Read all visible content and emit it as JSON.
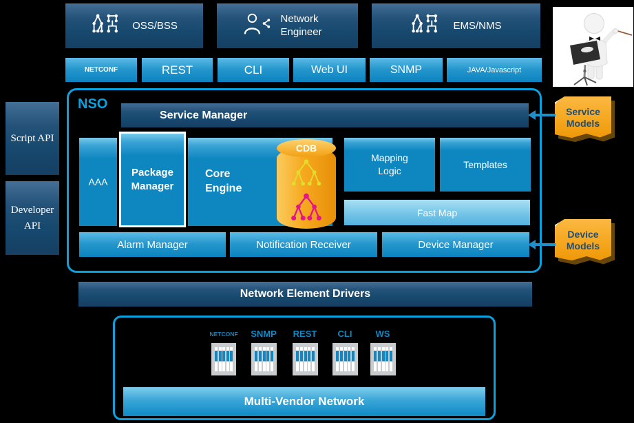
{
  "actors": {
    "oss": "OSS/BSS",
    "engineer": "Network Engineer",
    "ems": "EMS/NMS"
  },
  "interfaces": {
    "netconf": "NETCONF",
    "rest": "REST",
    "cli": "CLI",
    "webui": "Web UI",
    "snmp": "SNMP",
    "java": "JAVA/Javascript"
  },
  "apis": {
    "script": "Script API",
    "developer": "Developer API"
  },
  "nso": {
    "label": "NSO",
    "service_manager": "Service Manager",
    "aaa": "AAA",
    "package_manager": "Package Manager",
    "core_engine": "Core Engine",
    "cdb": "CDB",
    "mapping_logic": "Mapping Logic",
    "templates": "Templates",
    "fast_map": "Fast Map",
    "alarm_manager": "Alarm Manager",
    "notification_receiver": "Notification Receiver",
    "device_manager": "Device Manager"
  },
  "models": {
    "service": "Service Models",
    "device": "Device Models"
  },
  "ned": {
    "label": "Network Element Drivers"
  },
  "network": {
    "protocols": [
      "NETCONF",
      "SNMP",
      "REST",
      "CLI",
      "WS"
    ],
    "label": "Multi-Vendor Network"
  },
  "colors": {
    "accent_cyan": "#0AA2DE",
    "primary_blue": "#0E86C0",
    "dark_navy": "#17496F",
    "note_orange": "#F5A71E",
    "tree_yellow": "#E3DC2A",
    "tree_magenta": "#E3148C"
  }
}
